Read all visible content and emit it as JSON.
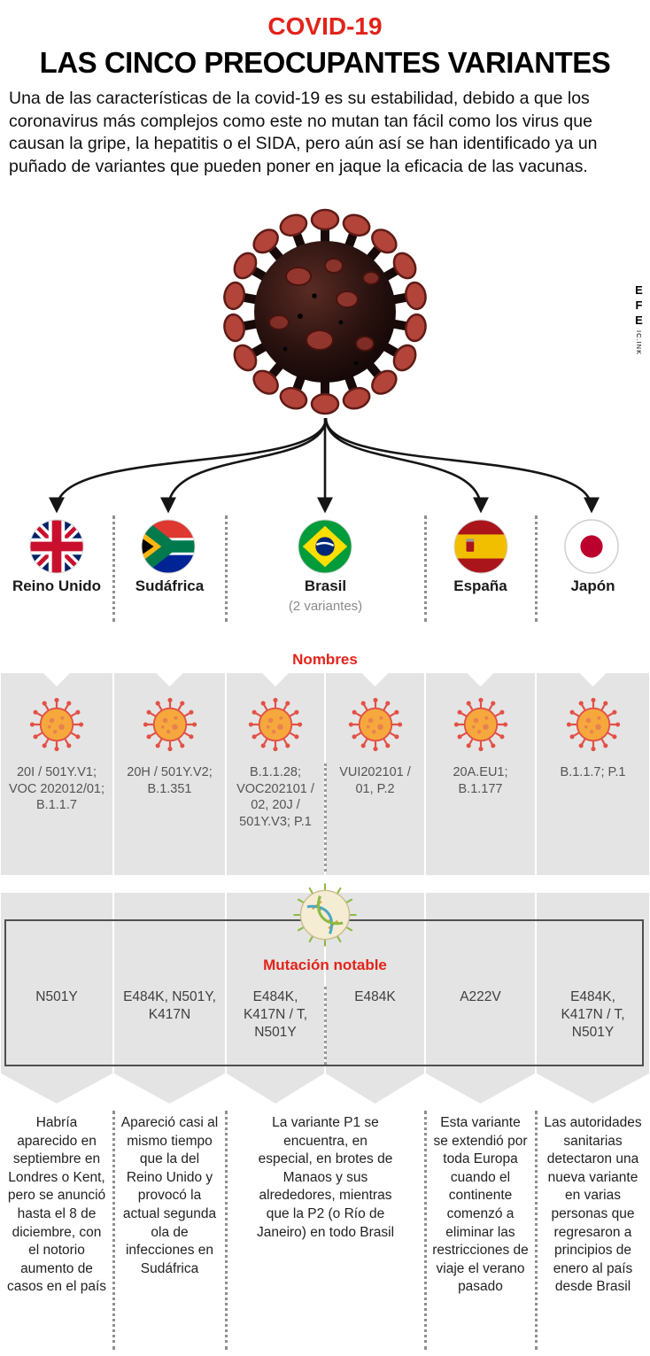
{
  "colors": {
    "accent_red": "#e2231a",
    "panel_gray": "#e4e4e4",
    "virus_body": "#f6a83c",
    "virus_spike": "#e25146"
  },
  "header": {
    "kicker": "COVID-19",
    "title": "LAS CINCO PREOCUPANTES VARIANTES",
    "intro": "Una de las características de la covid-19 es su estabilidad, debido a que los coronavirus más complejos como este no mutan tan fácil como los virus que causan la gripe, la hepatitis o el SIDA, pero aún así se han identificado ya un puñado de variantes que pueden poner en jaque la eficacia de las vacunas."
  },
  "credit": {
    "agency": "EFE",
    "id": "IC.INK"
  },
  "countries": [
    {
      "label": "Reino Unido"
    },
    {
      "label": "Sudáfrica"
    },
    {
      "label": "Brasil",
      "note": "(2 variantes)"
    },
    {
      "label": "España"
    },
    {
      "label": "Japón"
    }
  ],
  "names_section": {
    "title": "Nombres",
    "variants": [
      "20I / 501Y.V1; VOC 202012/01; B.1.1.7",
      "20H / 501Y.V2; B.1.351",
      "B.1.1.28; VOC202101 / 02, 20J / 501Y.V3; P.1",
      "VUI202101 / 01, P.2",
      "20A.EU1; B.1.177",
      "B.1.1.7; P.1"
    ]
  },
  "mutation_section": {
    "title": "Mutación notable",
    "mutations": [
      "N501Y",
      "E484K, N501Y, K417N",
      "E484K, K417N / T, N501Y",
      "E484K",
      "A222V",
      "E484K, K417N / T, N501Y"
    ]
  },
  "descriptions": [
    "Habría aparecido en septiembre en Londres o Kent, pero se anunció hasta el 8 de diciembre, con el notorio aumento de casos en el país",
    "Apareció casi al mismo tiempo que la del Reino Unido y provocó la actual segunda ola de infecciones en Sudáfrica",
    "La variante P1 se encuentra, en especial, en brotes de Manaos y sus alrededores, mientras que la P2 (o Río de Janeiro) en todo Brasil",
    "Esta variante se extendió por toda Europa cuando el continente comenzó a eliminar las restricciones de viaje el verano pasado",
    "Las autoridades sanitarias detectaron una nueva variante en varias personas que regresaron a principios de enero al país desde Brasil"
  ]
}
